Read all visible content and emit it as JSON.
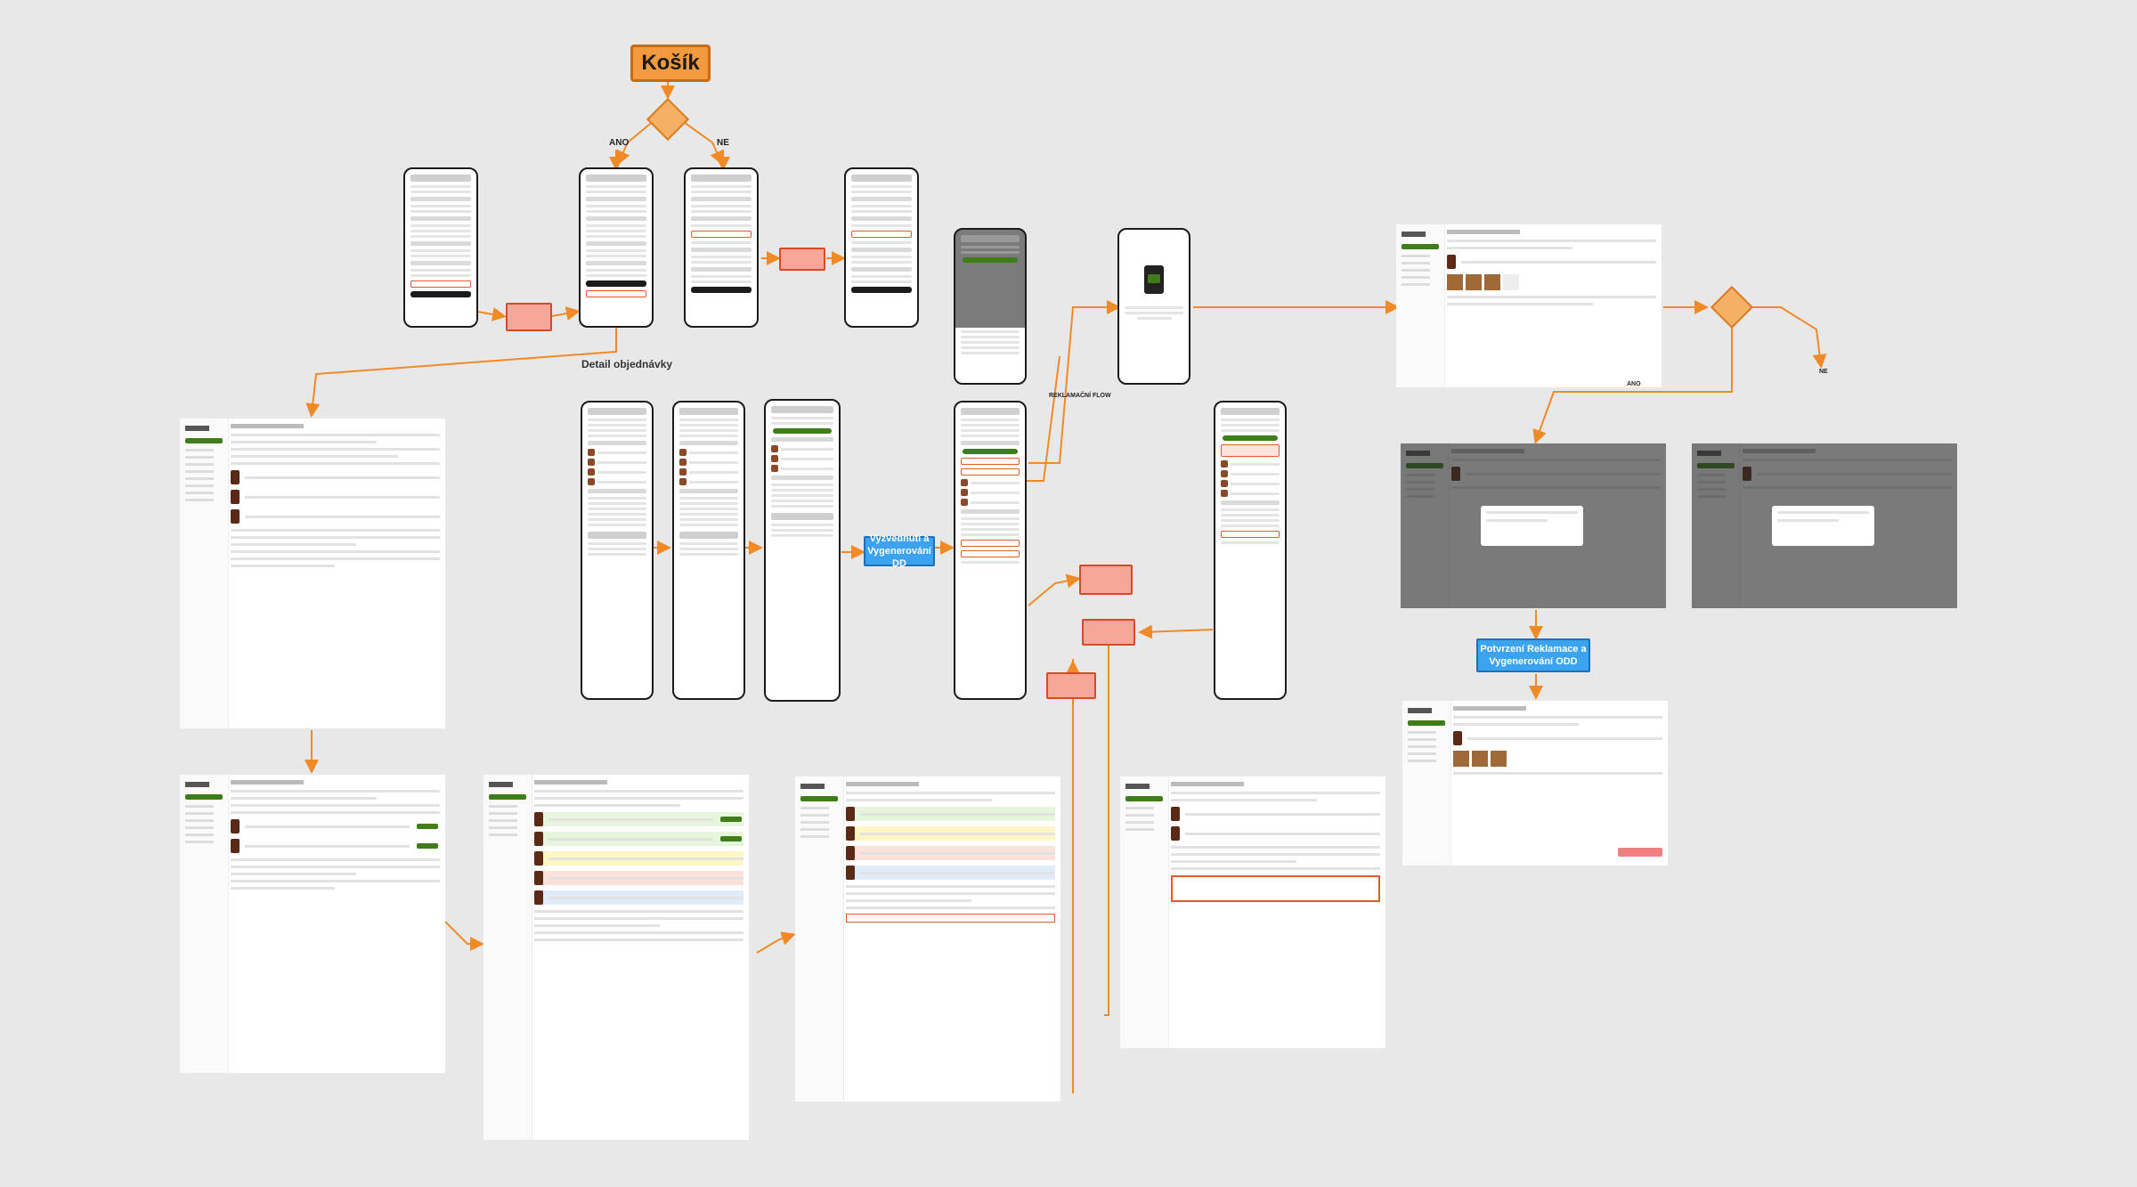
{
  "flow": {
    "title": "Košík",
    "branch_yes": "ANO",
    "branch_no": "NE",
    "section_order_detail": "Detail objednávky",
    "reklamacni_flow": "REKLAMAČNÍ FLOW",
    "vyzvednuti": "Vyzvednutí a Vygenerování DD",
    "potvrzeni": "Potvrzení Reklamace a Vygenerování ODD",
    "right_yes": "ANO",
    "right_no": "NE"
  },
  "colors": {
    "accent_orange": "#f39a3f",
    "arrow_orange": "#f08a24",
    "note_red": "#f7a79a",
    "action_blue": "#3ba3f0",
    "brand_green": "#3e7d18"
  }
}
